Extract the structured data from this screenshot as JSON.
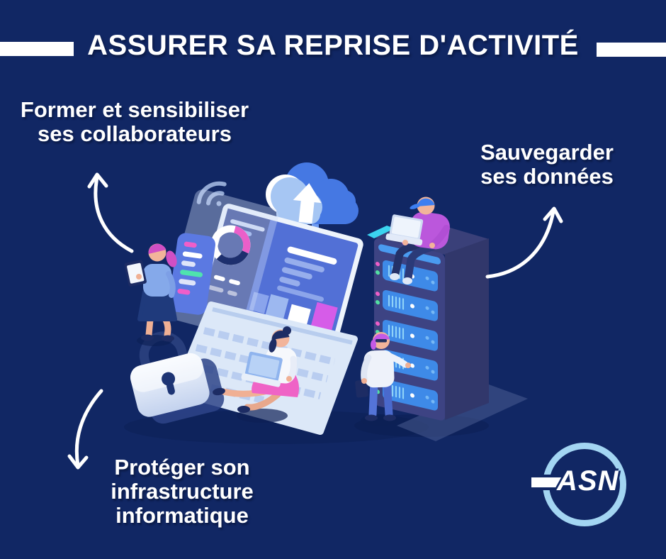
{
  "poster": {
    "background_color": "#112764",
    "title": "ASSURER SA REPRISE D'ACTIVITÉ"
  },
  "labels": {
    "train": {
      "line1": "Former et sensibiliser",
      "line2": "ses collaborateurs"
    },
    "backup": {
      "line1": "Sauvegarder",
      "line2": "ses données"
    },
    "protect": {
      "line1": "Protéger son",
      "line2": "infrastructure",
      "line3": "informatique"
    }
  },
  "logo": {
    "text": "ASN",
    "ring_color": "#a3d5f2"
  },
  "illustration": {
    "elements": [
      "cloud-upload-icon",
      "wifi-icon",
      "laptop-dashboard",
      "donut-chart",
      "mobile-card",
      "server-tower",
      "padlock-icon",
      "woman-with-tablet",
      "woman-sitting-laptop",
      "man-at-server",
      "person-on-server",
      "arrow-to-train-label",
      "arrow-to-backup-label",
      "arrow-to-protect-label"
    ],
    "colors": {
      "pink": "#ee5ec8",
      "teal": "#4fe3ae",
      "blue": "#4a8ef0",
      "cloud_blue": "#4578e3",
      "light_panel": "#dce8f8",
      "magenta_tile": "#d65ce8",
      "server_body": "#3d4383",
      "arrow": "#ffffff"
    }
  }
}
